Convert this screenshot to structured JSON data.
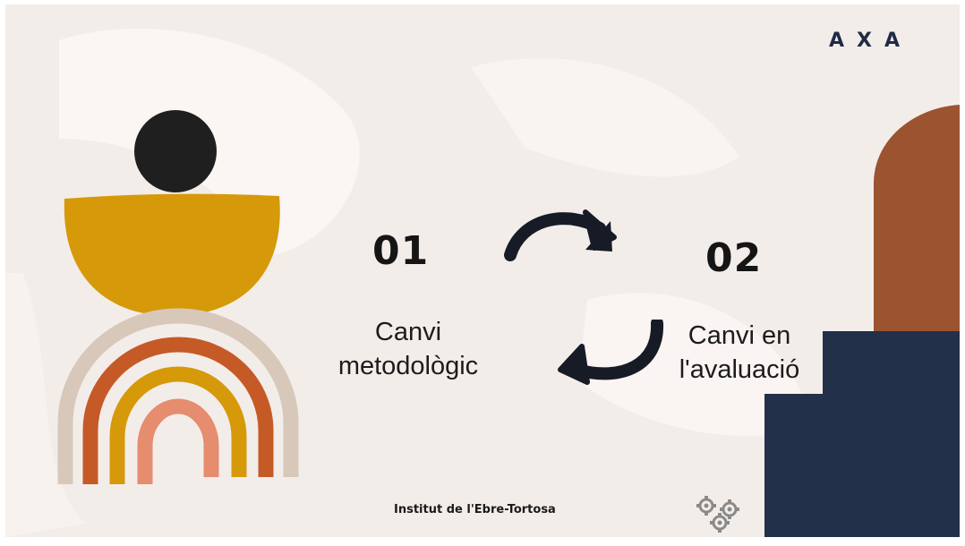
{
  "brand": {
    "logo_text": "AXA"
  },
  "steps": [
    {
      "number": "01",
      "caption_line1": "Canvi",
      "caption_line2": "metodològic"
    },
    {
      "number": "02",
      "caption_line1": "Canvi en",
      "caption_line2": "l'avaluació"
    }
  ],
  "footer": {
    "school": "Institut de l'Ebre-Tortosa"
  },
  "icons": [
    "cycle-arrow-icon",
    "gears-icon"
  ],
  "colors": {
    "background": "#f3edea",
    "mustard": "#d6990a",
    "rust": "#c55a27",
    "brown": "#9b5330",
    "navy": "#22304a",
    "beige": "#d7c8ba",
    "salmon": "#e68c6f",
    "black": "#1f1f1f"
  }
}
